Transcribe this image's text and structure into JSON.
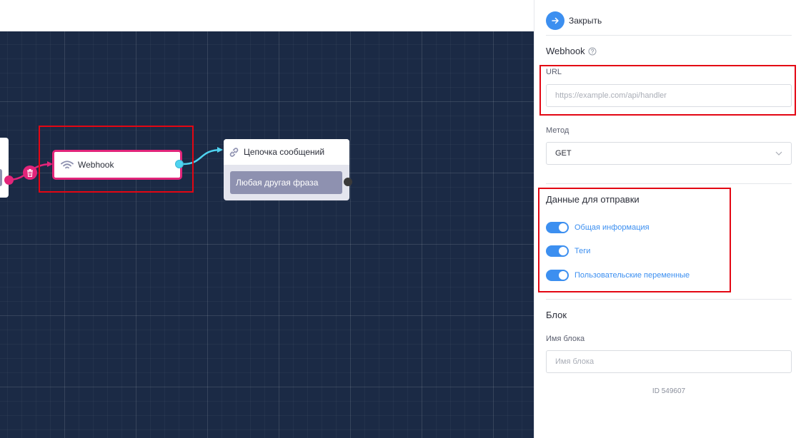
{
  "canvas": {
    "webhook_node": {
      "label": "Webhook",
      "icon": "wifi-icon"
    },
    "chain_node": {
      "label": "Цепочка сообщений",
      "icon": "link-icon",
      "phrase": "Любая другая фраза"
    },
    "delete_icon": "trash-icon"
  },
  "panel": {
    "close_label": "Закрыть",
    "webhook": {
      "title": "Webhook",
      "url_label": "URL",
      "url_value": "",
      "url_placeholder": "https://example.com/api/handler",
      "method_label": "Метод",
      "method_value": "GET"
    },
    "send_data": {
      "title": "Данные для отправки",
      "toggles": [
        {
          "label": "Общая информация",
          "on": true
        },
        {
          "label": "Теги",
          "on": true
        },
        {
          "label": "Пользовательские переменные",
          "on": true
        }
      ]
    },
    "block": {
      "title": "Блок",
      "name_label": "Имя блока",
      "name_value": "",
      "name_placeholder": "Имя блока",
      "id_text": "ID 549607"
    }
  },
  "colors": {
    "canvas_bg": "#1b2a45",
    "accent_pink": "#e2257a",
    "accent_blue": "#3c8ff0",
    "port_cyan": "#4fd3f0",
    "phrase_bg": "#8e91b0",
    "highlight_red": "#e30613"
  }
}
